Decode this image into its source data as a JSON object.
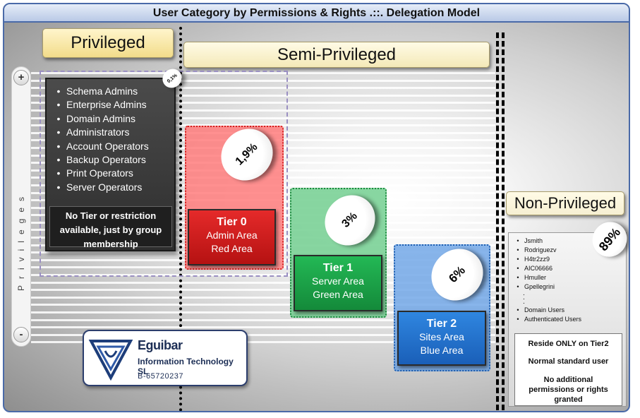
{
  "title": "User Category by Permissions & Rights .::. Delegation Model",
  "categories": {
    "privileged": "Privileged",
    "semi_privileged": "Semi-Privileged",
    "non_privileged": "Non-Privileged"
  },
  "slider": {
    "plus": "+",
    "minus": "-",
    "label": "Privileges"
  },
  "privileged_groups": [
    "Schema Admins",
    "Enterprise Admins",
    "Domain Admins",
    "Administrators",
    "Account Operators",
    "Backup Operators",
    "Print Operators",
    "Server Operators"
  ],
  "privileged_note": "No Tier or restriction available, just by group membership",
  "privileged_percent": "0,1%",
  "tiers": [
    {
      "name": "Tier 0",
      "area": "Admin Area",
      "color_name": "Red Area",
      "percent": "1,9%",
      "color": "#d42020"
    },
    {
      "name": "Tier 1",
      "area": "Server Area",
      "color_name": "Green Area",
      "percent": "3%",
      "color": "#1da34a"
    },
    {
      "name": "Tier 2",
      "area": "Sites Area",
      "color_name": "Blue Area",
      "percent": "6%",
      "color": "#2a78d2"
    }
  ],
  "non_privileged": {
    "users": [
      "Jsmith",
      "Rodriguezv",
      "H4tr2zz9",
      "AIC06666",
      "Hmuller",
      "Gpellegrini"
    ],
    "ellipsis": ".",
    "groups": [
      "Domain Users",
      "Authenticated Users"
    ],
    "percent": "89%",
    "notes": [
      "Reside ONLY on Tier2",
      "Normal standard user",
      "No additional permissions or rights granted"
    ]
  },
  "company": {
    "name": "Eguibar",
    "subtitle": "Information Technology SL",
    "id": "B-65720237"
  }
}
